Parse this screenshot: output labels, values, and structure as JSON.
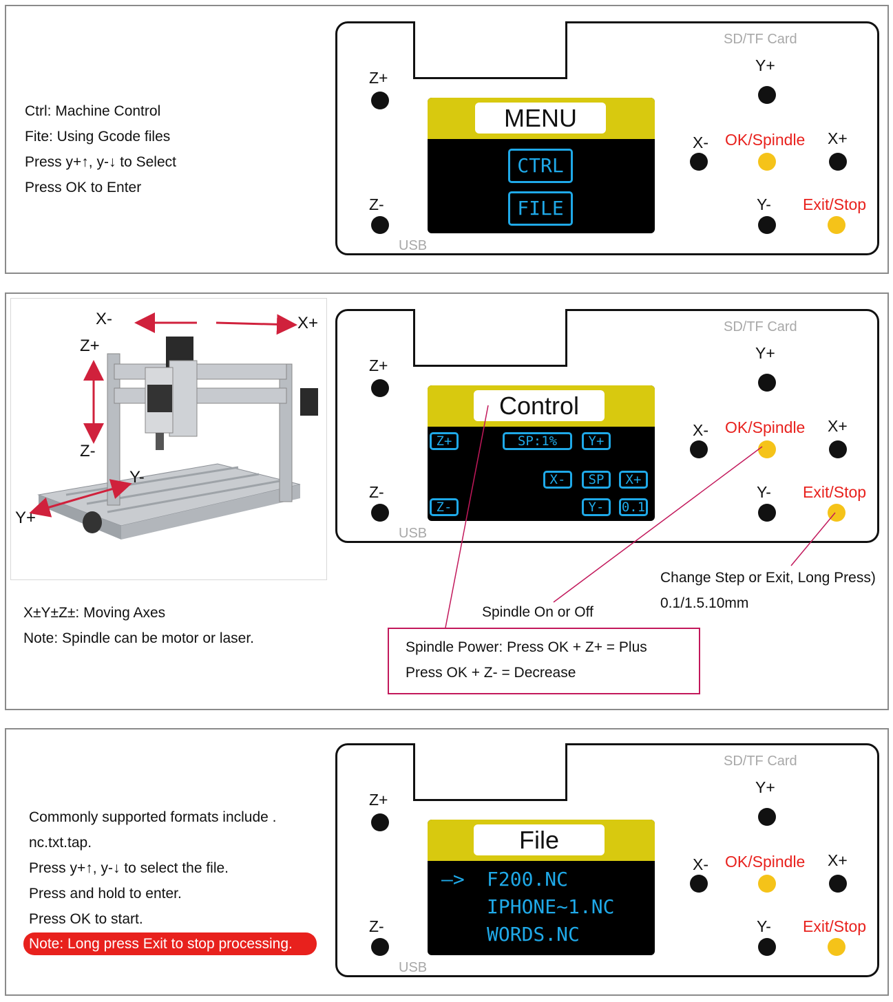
{
  "controller": {
    "sd_label": "SD/TF Card",
    "usb_label": "USB",
    "y_plus": "Y+",
    "y_minus": "Y-",
    "x_plus": "X+",
    "x_minus": "X-",
    "z_plus": "Z+",
    "z_minus": "Z-",
    "ok_spindle": "OK/Spindle",
    "exit_stop": "Exit/Stop"
  },
  "section1": {
    "lines": [
      "Ctrl: Machine Control",
      "Fite: Using Gcode files",
      "Press y+↑, y-↓ to Select",
      "Press OK to Enter"
    ],
    "screen": {
      "title": "MENU",
      "items": [
        "CTRL",
        "FILE"
      ]
    }
  },
  "section2": {
    "machine_labels": {
      "x_minus": "X-",
      "x_plus": "X+",
      "z_plus": "Z+",
      "z_minus": "Z-",
      "y_minus": "Y-",
      "y_plus": "Y+"
    },
    "screen": {
      "title": "Control",
      "z_plus": "Z+",
      "sp": "SP:1%",
      "y_plus": "Y+",
      "x_minus": "X-",
      "sp2": "SP",
      "x_plus": "X+",
      "z_minus": "Z-",
      "y_minus": "Y-",
      "step": "0.1"
    },
    "lines": [
      "X±Y±Z±: Moving Axes",
      "Note: Spindle can be motor or laser."
    ],
    "spindle_note": "Spindle On or Off",
    "step_note": [
      "Change Step or Exit, Long Press)",
      "0.1/1.5.10mm"
    ],
    "callout": [
      "Spindle Power: Press OK + Z+ = Plus",
      "Press OK + Z- = Decrease"
    ]
  },
  "section3": {
    "lines": [
      "Commonly supported formats include .",
      "nc.txt.tap.",
      "Press y+↑, y-↓ to select the file.",
      "Press and hold to enter.",
      "Press OK to start."
    ],
    "note": "Note: Long press Exit to stop processing.",
    "screen": {
      "title": "File",
      "arrow": "—>",
      "files": [
        "F200.NC",
        "IPHONE~1.NC",
        "WORDS.NC"
      ]
    }
  },
  "colors": {
    "accent_yellow": "#d8c90f",
    "oled_blue": "#1fa9e8",
    "red": "#e8211d",
    "button_yellow": "#f5c319"
  }
}
